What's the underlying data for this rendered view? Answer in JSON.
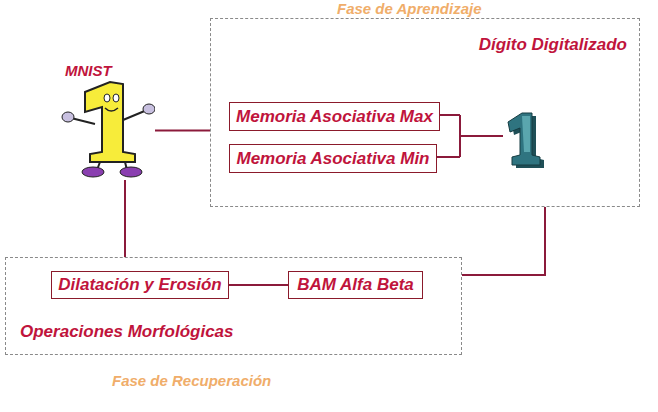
{
  "diagram": {
    "nodes": [
      {
        "text": [
          "MNIST"
        ]
      },
      {
        "text": [
          "Dígito Digitalizado"
        ]
      },
      {
        "text": [
          "Memoria Asociativa Max"
        ],
        "in": 1
      },
      {
        "text": [
          "Memoria Asociativa Min"
        ],
        "in": 1
      },
      {
        "text": [
          "Operaciones Morfológicas"
        ]
      },
      {
        "text": [
          "Dilatación y Erosión"
        ],
        "in": 4
      },
      {
        "text": [
          "BAM Alfa Beta"
        ],
        "in": 4
      }
    ],
    "edges": [
      {
        "from": 0,
        "to": 1,
        "arrow": "none"
      },
      {
        "from": 0,
        "to": 4,
        "arrow": "none"
      },
      {
        "from": 1,
        "to": 4,
        "arrow": "none"
      },
      {
        "from": 5,
        "to": 6,
        "arrow": "none"
      }
    ],
    "labels": [
      "Fase de Aprendizaje",
      "Fase de Recuperación"
    ]
  }
}
